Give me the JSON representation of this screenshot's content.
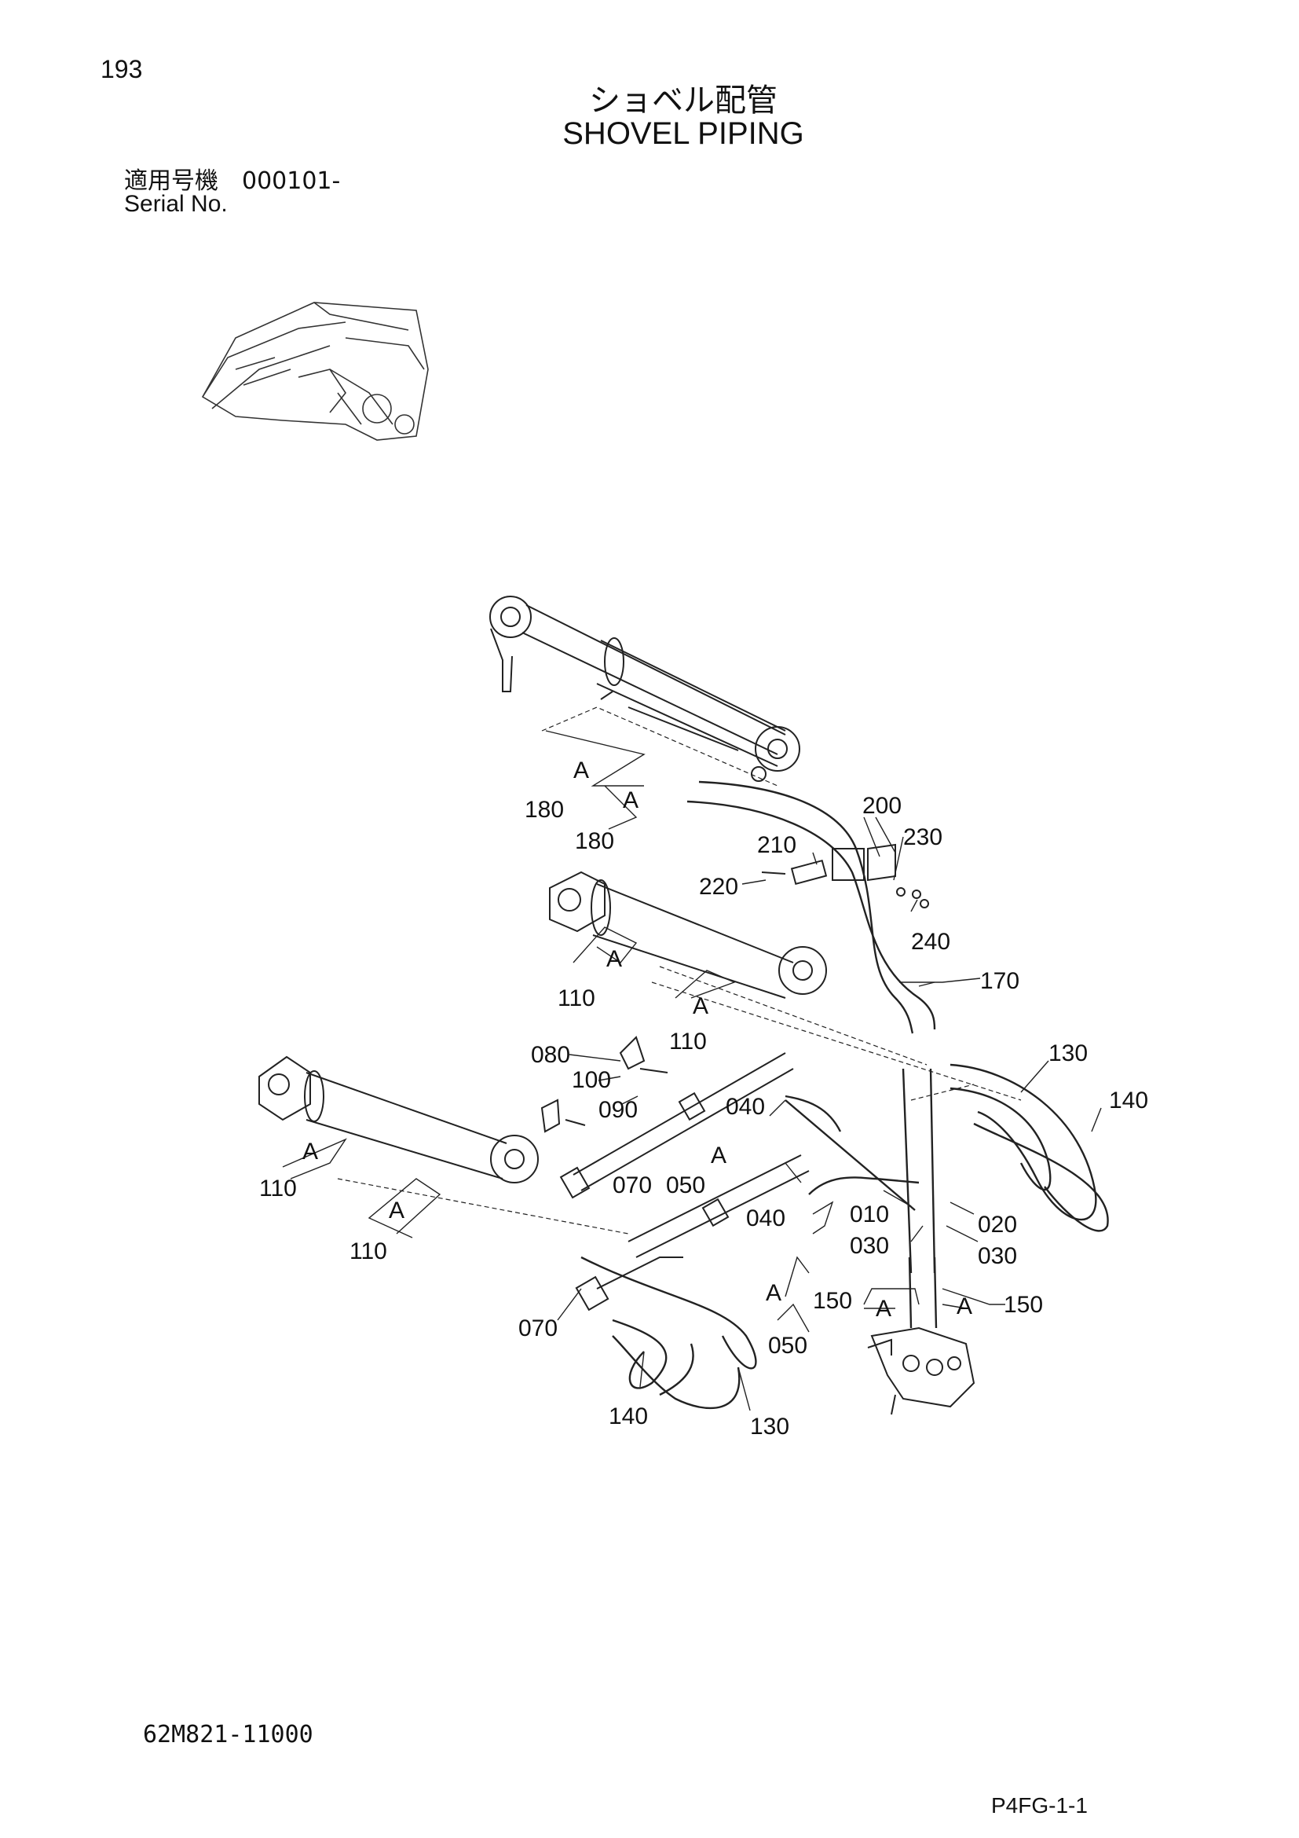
{
  "page_number": "193",
  "title_jp": "ショベル配管",
  "title_en": "SHOVEL PIPING",
  "serial_jp": "適用号機　000101-",
  "serial_en": "Serial No.",
  "part_number": "62M821-11000",
  "page_code": "P4FG-1-1",
  "callouts": {
    "c180a": "180",
    "c180b": "180",
    "c200": "200",
    "c230": "230",
    "c210": "210",
    "c220": "220",
    "c240": "240",
    "c170": "170",
    "c110a": "110",
    "c110b": "110",
    "c110c": "110",
    "c110d": "110",
    "c130a": "130",
    "c130b": "130",
    "c140a": "140",
    "c140b": "140",
    "c080": "080",
    "c100": "100",
    "c090": "090",
    "c040a": "040",
    "c040b": "040",
    "c070a": "070",
    "c070b": "070",
    "c050a": "050",
    "c050b": "050",
    "c010": "010",
    "c020": "020",
    "c030a": "030",
    "c030b": "030",
    "c150a": "150",
    "c150b": "150"
  },
  "detail_marker": "A"
}
